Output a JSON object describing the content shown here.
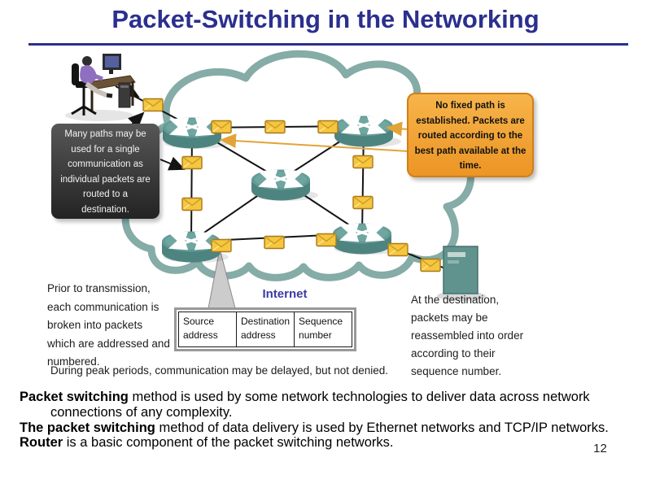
{
  "slide": {
    "title": "Packet-Switching in the Networking",
    "page_number": "12"
  },
  "diagram": {
    "internet_label": "Internet",
    "left_callout": "Many paths may be\nused for a single\ncommunication as\nindividual packets are\nrouted to a\ndestination.",
    "right_callout": "No fixed path is\nestablished. Packets are\nrouted according to the\nbest path available at the\ntime.",
    "note_prior": "Prior to transmission,\neach communication is\nbroken into packets\nwhich are addressed and\nnumbered.",
    "note_peak": "During peak periods, communication may be delayed, but not denied.",
    "note_destination": "At the destination,\npackets may be\nreassembled into order\naccording to their\nsequence number.",
    "packet_table": {
      "cells": [
        "Source\naddress",
        "Destination\naddress",
        "Sequence\nnumber"
      ]
    },
    "icons": {
      "cloud": "cloud-shape",
      "router": "router-icon",
      "packet": "envelope-icon",
      "workstation": "workstation-icon",
      "server": "server-icon"
    }
  },
  "body": {
    "paragraphs": [
      {
        "bold": "Packet switching",
        "rest": " method is used by some network technologies to deliver data across network connections of any complexity."
      },
      {
        "bold": "The packet switching",
        "rest": " method of data delivery is used by Ethernet networks and TCP/IP networks."
      },
      {
        "bold": "Router",
        "rest": " is a basic component of the packet switching networks."
      }
    ]
  },
  "colors": {
    "title": "#2B2F8E",
    "internet_label": "#3A3AA5",
    "cloud_stroke": "#7FA8A3",
    "router_fill": "#659B96",
    "packet_fill": "#F6C63F",
    "callout_orange": "#EC9525",
    "callout_dark": "#2E2E2E"
  }
}
